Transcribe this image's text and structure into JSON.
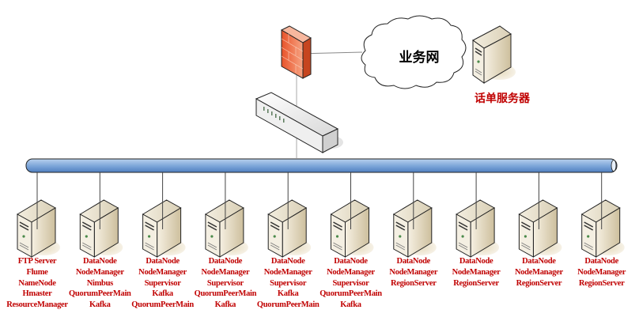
{
  "diagram": {
    "cloud_label": "业务网",
    "billing_server_label": "话单服务器",
    "colors": {
      "label_red": "#c00000",
      "bus_blue": "#7da7d9",
      "firewall_orange": "#f26b3a",
      "server_beige": "#e8dcc0"
    },
    "nodes": [
      {
        "lines": [
          "FTP Server",
          "Flume",
          "NameNode",
          "Hmaster",
          "ResourceManager"
        ]
      },
      {
        "lines": [
          "DataNode",
          "NodeManager",
          "Nimbus",
          "QuorumPeerMain",
          "Kafka"
        ]
      },
      {
        "lines": [
          "DataNode",
          "NodeManager",
          "Supervisor",
          "Kafka",
          "QuorumPeerMain"
        ]
      },
      {
        "lines": [
          "DataNode",
          "NodeManager",
          "Supervisor",
          "QuorumPeerMain",
          "Kafka"
        ]
      },
      {
        "lines": [
          "DataNode",
          "NodeManager",
          "Supervisor",
          "Kafka",
          "QuorumPeerMain"
        ]
      },
      {
        "lines": [
          "DataNode",
          "NodeManager",
          "Supervisor",
          "QuorumPeerMain",
          "Kafka"
        ]
      },
      {
        "lines": [
          "DataNode",
          "NodeManager",
          "RegionServer"
        ]
      },
      {
        "lines": [
          "DataNode",
          "NodeManager",
          "RegionServer"
        ]
      },
      {
        "lines": [
          "DataNode",
          "NodeManager",
          "RegionServer"
        ]
      },
      {
        "lines": [
          "DataNode",
          "NodeManager",
          "RegionServer"
        ]
      }
    ]
  }
}
